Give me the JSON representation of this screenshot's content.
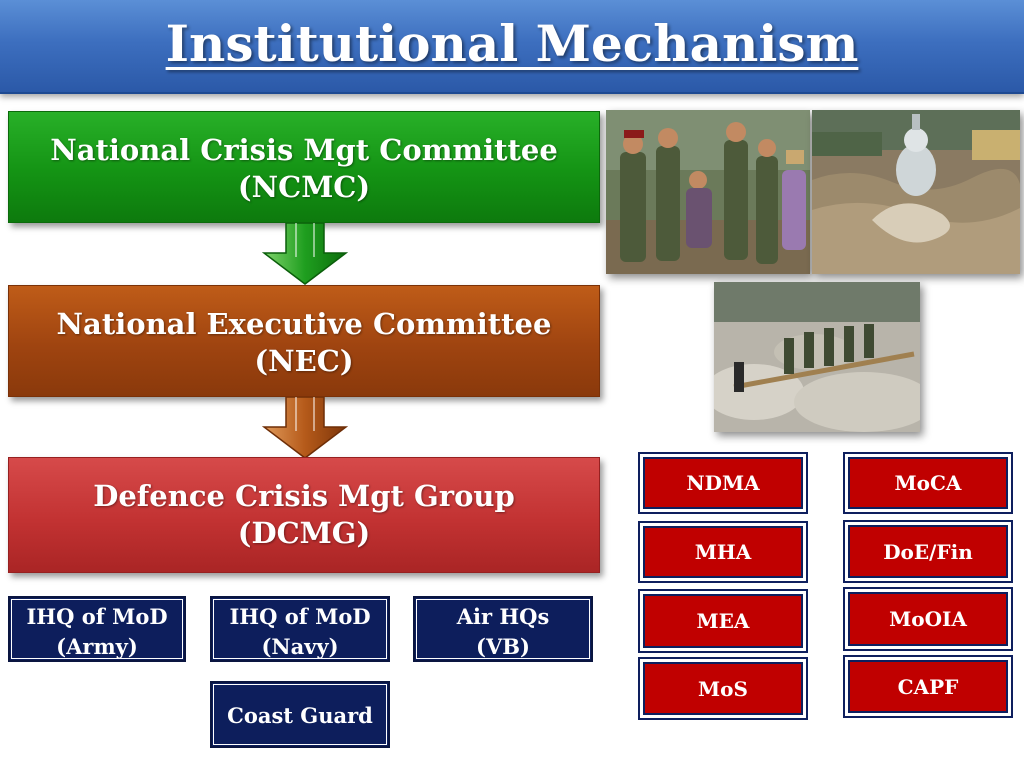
{
  "title": "Institutional Mechanism",
  "hierarchy": [
    {
      "line1": "National Crisis Mgt Committee",
      "line2": "(NCMC)"
    },
    {
      "line1": "National Executive Committee",
      "line2": "(NEC)"
    },
    {
      "line1": "Defence Crisis Mgt Group",
      "line2": "(DCMG)"
    }
  ],
  "services": [
    {
      "line1": "IHQ of MoD",
      "line2": "(Army)"
    },
    {
      "line1": "IHQ of MoD",
      "line2": "(Navy)"
    },
    {
      "line1": "Air HQs",
      "line2": "(VB)"
    },
    {
      "line1": "Coast Guard",
      "line2": ""
    }
  ],
  "agencies_left": [
    "NDMA",
    "MHA",
    "MEA",
    "MoS"
  ],
  "agencies_right": [
    "MoCA",
    "DoE/Fin",
    "MoOIA",
    "CAPF"
  ],
  "photos": [
    {
      "icon": "army-rescue-photo"
    },
    {
      "icon": "flooded-shiva-statue-photo"
    },
    {
      "icon": "river-crossing-rescue-photo"
    }
  ],
  "colors": {
    "title_bar": "#3d6fbf",
    "ncmc": "#149314",
    "nec": "#9f4410",
    "dcmg": "#c23232",
    "navy_box": "#0d1e5c",
    "agency_box": "#c00000"
  }
}
